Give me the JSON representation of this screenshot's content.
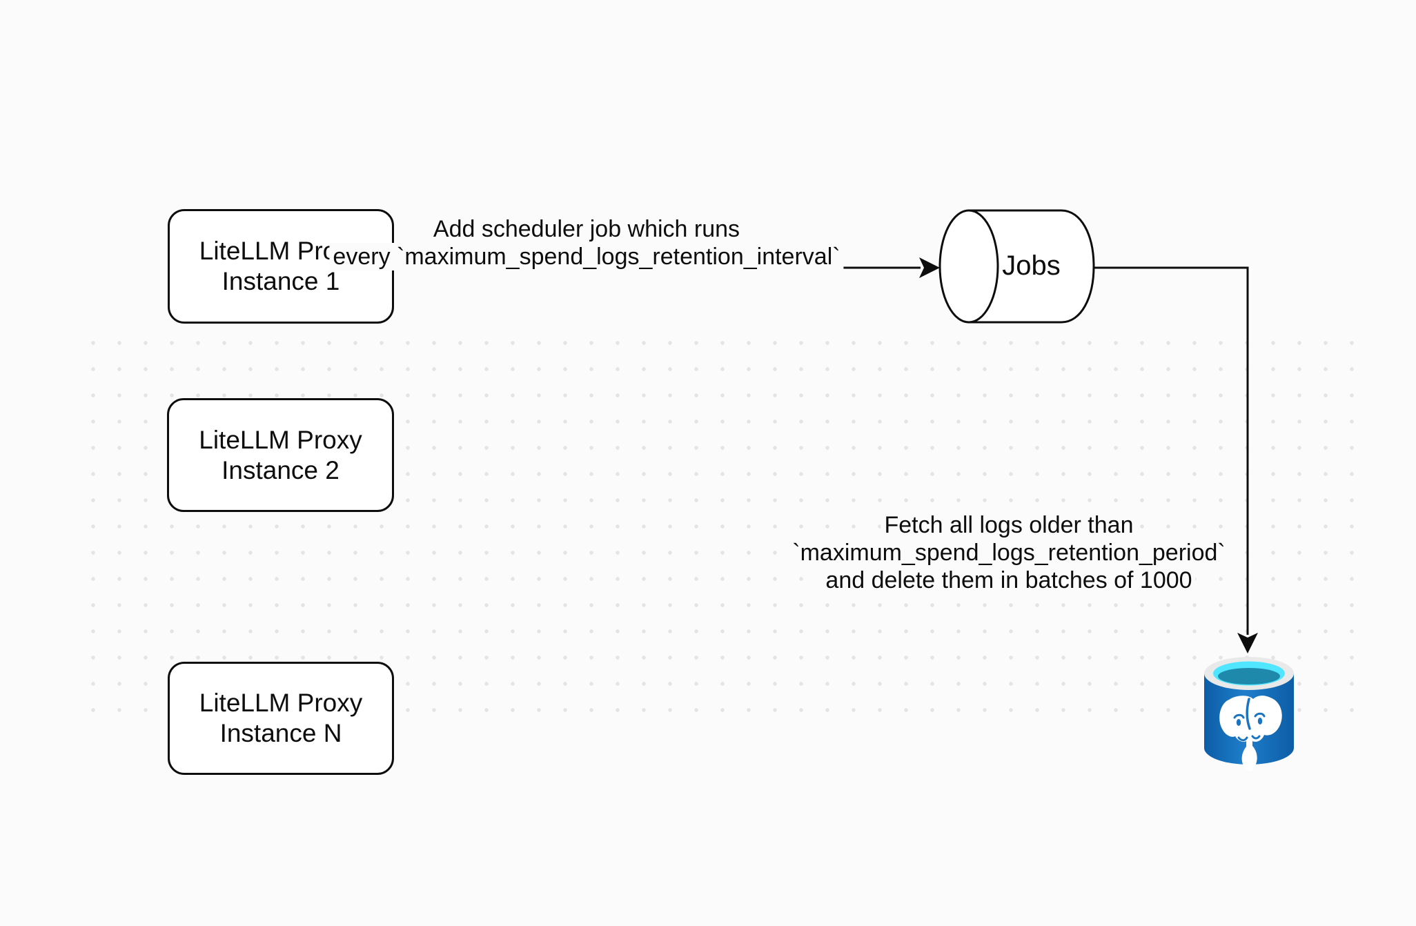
{
  "canvas": {
    "background_color": "#fbfbfb",
    "dot_color": "#e4e4e4",
    "stroke_color": "#0d0d0d"
  },
  "nodes": {
    "instance1": {
      "line1": "LiteLLM Proxy",
      "line2": "Instance 1"
    },
    "instance2": {
      "line1": "LiteLLM Proxy",
      "line2": "Instance 2"
    },
    "instanceN": {
      "line1": "LiteLLM Proxy",
      "line2": "Instance N"
    },
    "jobs": {
      "label": "Jobs"
    },
    "postgres": {
      "icon": "postgresql-database-icon",
      "body_dark": "#0c5da5",
      "body_light": "#1f7ecb",
      "rim_color": "#e9e9e9",
      "water_color": "#50e6ff",
      "water_shadow": "#1f89ac",
      "elephant_color": "#ffffff"
    }
  },
  "edges": {
    "scheduler_job": {
      "label_line1": "Add scheduler job which runs",
      "label_line2": "every `maximum_spend_logs_retention_interval`"
    },
    "fetch_logs": {
      "label_line1": "Fetch all logs older than",
      "label_line2": "`maximum_spend_logs_retention_period`",
      "label_line3": "and delete them in batches of 1000"
    }
  }
}
